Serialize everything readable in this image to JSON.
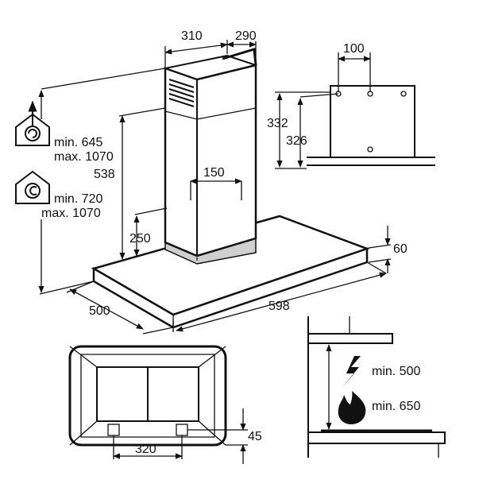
{
  "main_view": {
    "chimney_width": "310",
    "chimney_depth": "290",
    "chimney_height": "538",
    "outlet_diameter": "150",
    "canopy_to_bottom": "250",
    "hood_thickness": "60",
    "hood_depth": "500",
    "hood_width": "598",
    "outlet_mode": {
      "icon": "extraction-house-icon",
      "min_label": "min. 645",
      "max_label": "max. 1070"
    },
    "recirc_mode": {
      "icon": "recirculation-house-icon",
      "min_label": "min. 720",
      "max_label": "max. 1070"
    }
  },
  "bracket_view": {
    "hole_spacing": "100",
    "height_outer": "332",
    "height_inner": "326"
  },
  "bottom_view": {
    "filter_spacing": "320",
    "filter_offset": "45"
  },
  "clearance_view": {
    "electric_icon": "lightning-icon",
    "electric_label": "min. 500",
    "gas_icon": "flame-icon",
    "gas_label": "min. 650"
  }
}
